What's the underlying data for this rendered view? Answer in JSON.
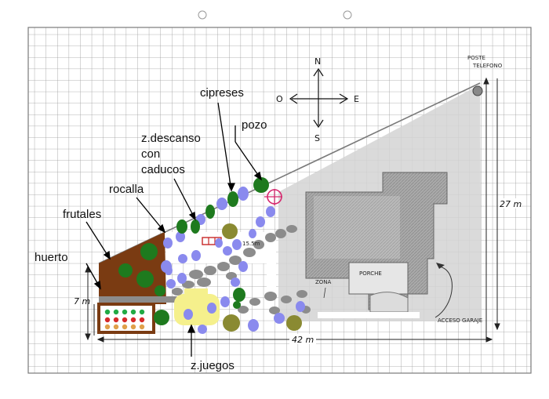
{
  "labels": {
    "cipreses": "cipreses",
    "pozo": "pozo",
    "zona_descanso": [
      "z.descanso",
      "con",
      "caducos"
    ],
    "rocalla": "rocalla",
    "frutales": "frutales",
    "huerto": "huerto",
    "juegos": "z.juegos",
    "poste": [
      "POSTE",
      "TELEFONO"
    ],
    "porche": "PORCHE",
    "zona": "ZONA",
    "acceso_garaje": "ACCESO GARAJE",
    "measure_15": "15.5m"
  },
  "dimensions": {
    "width_total": "42 m",
    "height_right": "27 m",
    "height_left": "7 m"
  },
  "compass": {
    "north": "N",
    "south": "S",
    "east": "E",
    "west": "O"
  },
  "colors": {
    "grid": "#9a9a9a",
    "soil": "#7a3b12",
    "tree_dark": "#1e7a1e",
    "tree_olive": "#8a8a32",
    "shrub_blue": "#8a8aee",
    "rock_gray": "#8c8c8c",
    "play_yellow": "#f5f08c",
    "house_gray": "#b0b0b0",
    "pozo_ring": "#d6286e"
  }
}
